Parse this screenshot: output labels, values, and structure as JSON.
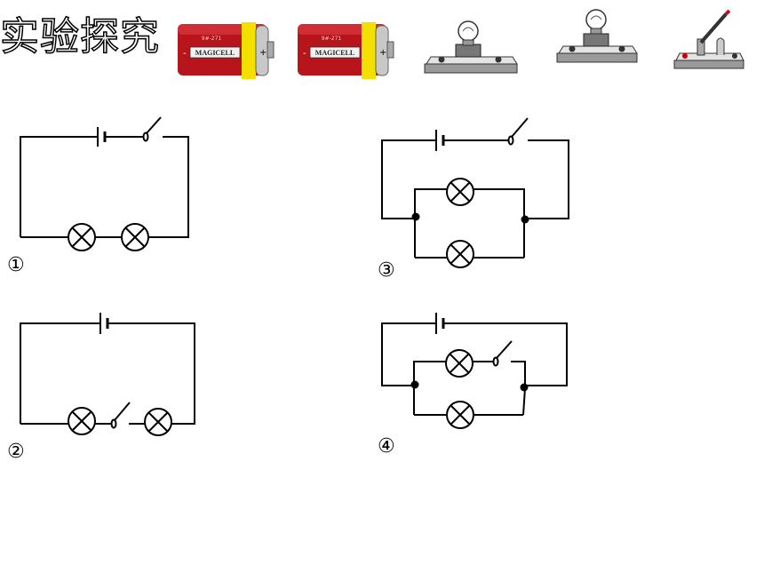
{
  "title": "实验探究",
  "components": {
    "battery_brand": "MAGICELL",
    "battery_small_text": "9#-271",
    "battery_plus": "+",
    "battery_minus": "-"
  },
  "diagrams": [
    {
      "label": "①"
    },
    {
      "label": "②"
    },
    {
      "label": "③"
    },
    {
      "label": "④"
    }
  ]
}
